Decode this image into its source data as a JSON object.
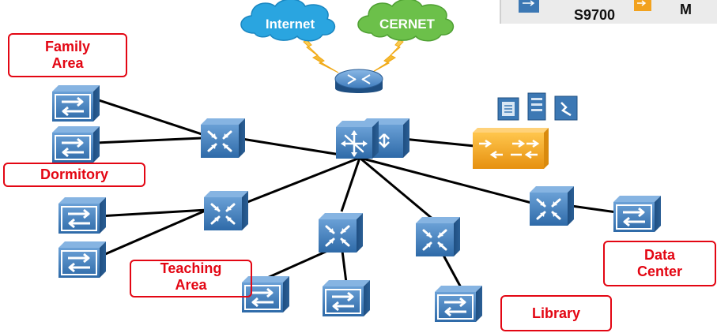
{
  "clouds": {
    "internet": "Internet",
    "cernet": "CERNET"
  },
  "legend": {
    "item1": "S9700",
    "item2": "M"
  },
  "areas": {
    "family_line1": "Family",
    "family_line2": "Area",
    "dormitory": "Dormitory",
    "teaching_line1": "Teaching",
    "teaching_line2": "Area",
    "data_center_line1": "Data",
    "data_center_line2": "Center",
    "library": "Library"
  },
  "colors": {
    "device_blue": "#3c78b4",
    "label_red": "#e30613",
    "internet_cloud": "#2aa5e0",
    "cernet_cloud": "#6cc04a",
    "firewall_orange": "#f2a21e",
    "wan_link_yellow": "#f5c518",
    "link_black": "#000000"
  }
}
